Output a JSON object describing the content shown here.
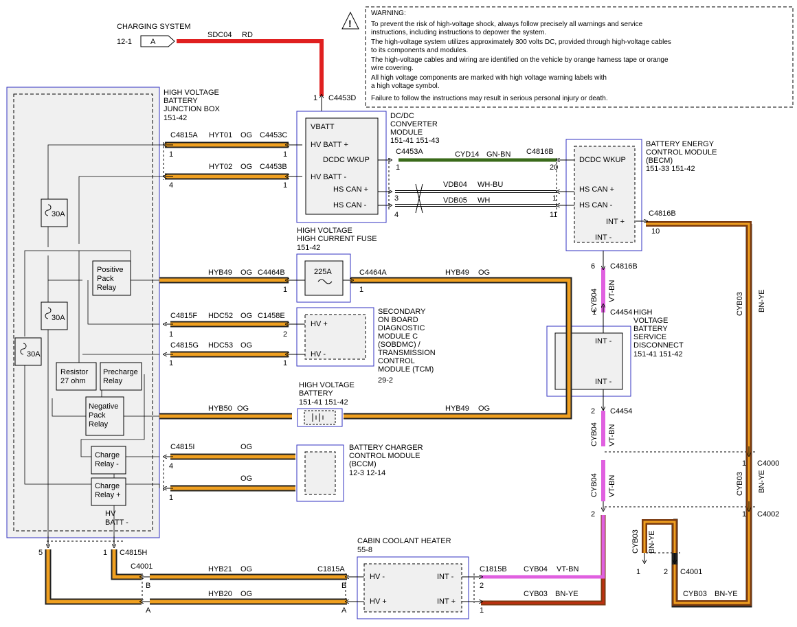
{
  "warning": {
    "title": "WARNING:",
    "lines": [
      "To prevent the risk of high-voltage shock, always follow precisely all warnings and service",
      "instructions, including instructions to depower the system.",
      "The high-voltage system utilizes approximately 300 volts DC, provided through high-voltage cables",
      "to its components and modules.",
      "The high-voltage cables and wiring are identified on the vehicle by orange harness tape or orange",
      "wire covering.",
      "All high voltage components are marked with high voltage warning labels with",
      "a high voltage symbol.",
      "Failure to follow the instructions may result in serious personal injury or death."
    ]
  },
  "charging": {
    "title": "CHARGING SYSTEM",
    "ref": "12-1",
    "conn": "A",
    "wire": "SDC04",
    "color": "RD"
  },
  "hvbjb": {
    "l1": "HIGH VOLTAGE",
    "l2": "BATTERY",
    "l3": "JUNCTION BOX",
    "ref": "151-42",
    "fuse1": "30A",
    "fuse2": "30A",
    "fuse3": "30A",
    "ppr1": "Positive",
    "ppr2": "Pack",
    "ppr3": "Relay",
    "res1": "Resistor",
    "res2": "27 ohm",
    "pre1": "Precharge",
    "pre2": "Relay",
    "npr1": "Negative",
    "npr2": "Pack",
    "npr3": "Relay",
    "chm1": "Charge",
    "chm2": "Relay -",
    "chp1": "Charge",
    "chp2": "Relay +",
    "hvb1": "HV",
    "hvb2": "BATT -"
  },
  "dcdc": {
    "l1": "DC/DC",
    "l2": "CONVERTER",
    "l3": "MODULE",
    "refs": "151-41  151-43",
    "vbatt": "VBATT",
    "hvbattp": "HV BATT +",
    "wkup": "DCDC WKUP",
    "hvbattm": "HV BATT -",
    "hscanp": "HS CAN +",
    "hscanm": "HS CAN -"
  },
  "becm": {
    "l1": "BATTERY ENERGY",
    "l2": "CONTROL MODULE",
    "l3": "(BECM)",
    "refs": "151-33  151-42",
    "wkup": "DCDC WKUP",
    "hscanp": "HS CAN +",
    "hscanm": "HS CAN -",
    "intp": "INT +",
    "intm": "INT -"
  },
  "fuse": {
    "l1": "HIGH VOLTAGE",
    "l2": "HIGH CURRENT FUSE",
    "ref": "151-42",
    "rating": "225A"
  },
  "sobdmc": {
    "l1": "SECONDARY",
    "l2": "ON BOARD",
    "l3": "DIAGNOSTIC",
    "l4": "MODULE C",
    "l5": "(SOBDMC) /",
    "l6": "TRANSMISSION",
    "l7": "CONTROL",
    "l8": "MODULE (TCM)",
    "ref": "29-2",
    "hvp": "HV +",
    "hvm": "HV -"
  },
  "hvbatt": {
    "l1": "HIGH VOLTAGE",
    "l2": "BATTERY",
    "refs": "151-41  151-42"
  },
  "bccm": {
    "l1": "BATTERY CHARGER",
    "l2": "CONTROL MODULE",
    "l3": "(BCCM)",
    "refs": "12-3    12-14"
  },
  "hvbsd": {
    "l1": "HIGH",
    "l2": "VOLTAGE",
    "l3": "BATTERY",
    "l4": "SERVICE",
    "l5": "DISCONNECT",
    "refs": "151-41  151-42",
    "intm1": "INT -",
    "intm2": "INT -"
  },
  "cch": {
    "l1": "CABIN COOLANT HEATER",
    "ref": "55-8",
    "hvm": "HV -",
    "hvp": "HV +",
    "intm": "INT -",
    "intp": "INT +"
  },
  "labels": {
    "c4453d": "C4453D",
    "c4453c": "C4453C",
    "c4453b": "C4453B",
    "c4453a": "C4453A",
    "c4815a": "C4815A",
    "c4816b": "C4816B",
    "c4464b": "C4464B",
    "c4464a": "C4464A",
    "c4815f": "C4815F",
    "c1458e": "C1458E",
    "c4815g": "C4815G",
    "c4815i": "C4815I",
    "c4454": "C4454",
    "c4000": "C4000",
    "c4002": "C4002",
    "c4815h": "C4815H",
    "c4001": "C4001",
    "c1815a": "C1815A",
    "c1815b": "C1815B",
    "hyt01": "HYT01",
    "hyt02": "HYT02",
    "og": "OG",
    "cyd14": "CYD14",
    "gnbn": "GN-BN",
    "vdb04": "VDB04",
    "whbu": "WH-BU",
    "vdb05": "VDB05",
    "wh": "WH",
    "hyb49": "HYB49",
    "hdc52": "HDC52",
    "hdc53": "HDC53",
    "hyb50": "HYB50",
    "hyb21": "HYB21",
    "hyb20": "HYB20",
    "cyb04": "CYB04",
    "vtbn": "VT-BN",
    "cyb03": "CYB03",
    "bnye": "BN-YE",
    "n1": "1",
    "n2": "2",
    "n3": "3",
    "n4": "4",
    "n5": "5",
    "n6": "6",
    "n10": "10",
    "n11": "11",
    "n20": "20",
    "A": "A",
    "B": "B"
  },
  "colors": {
    "og": "#f0a020",
    "rd": "#e02020",
    "gn": "#3a6a1a",
    "vt": "#e060e0",
    "bn": "#7a3a10",
    "box": "#3030c0"
  }
}
